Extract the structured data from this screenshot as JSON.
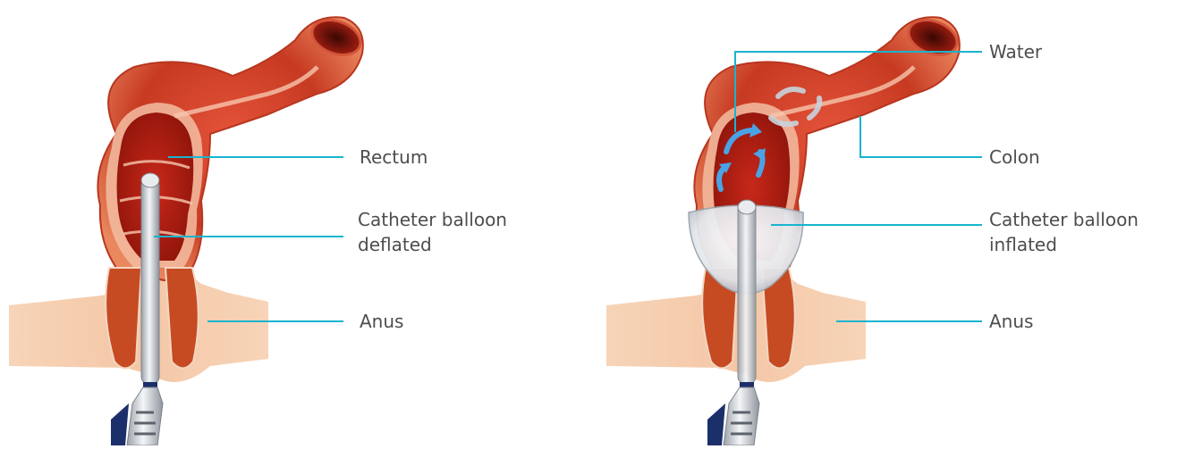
{
  "colors": {
    "leader_line": "#19b4cf",
    "label_text": "#4d4d4d",
    "tissue_dark": "#a51d0f",
    "tissue_mid": "#c73a22",
    "tissue_light": "#f0a184",
    "skin": "#f6ceb0",
    "water_arrow": "#4aa3e6",
    "device_blue": "#1b2f6b"
  },
  "left_panel": {
    "labels": {
      "rectum": "Rectum",
      "catheter_line1": "Catheter balloon",
      "catheter_line2": "deflated",
      "anus": "Anus"
    }
  },
  "right_panel": {
    "labels": {
      "water": "Water",
      "colon": "Colon",
      "catheter_line1": "Catheter balloon",
      "catheter_line2": "inflated",
      "anus": "Anus"
    }
  }
}
